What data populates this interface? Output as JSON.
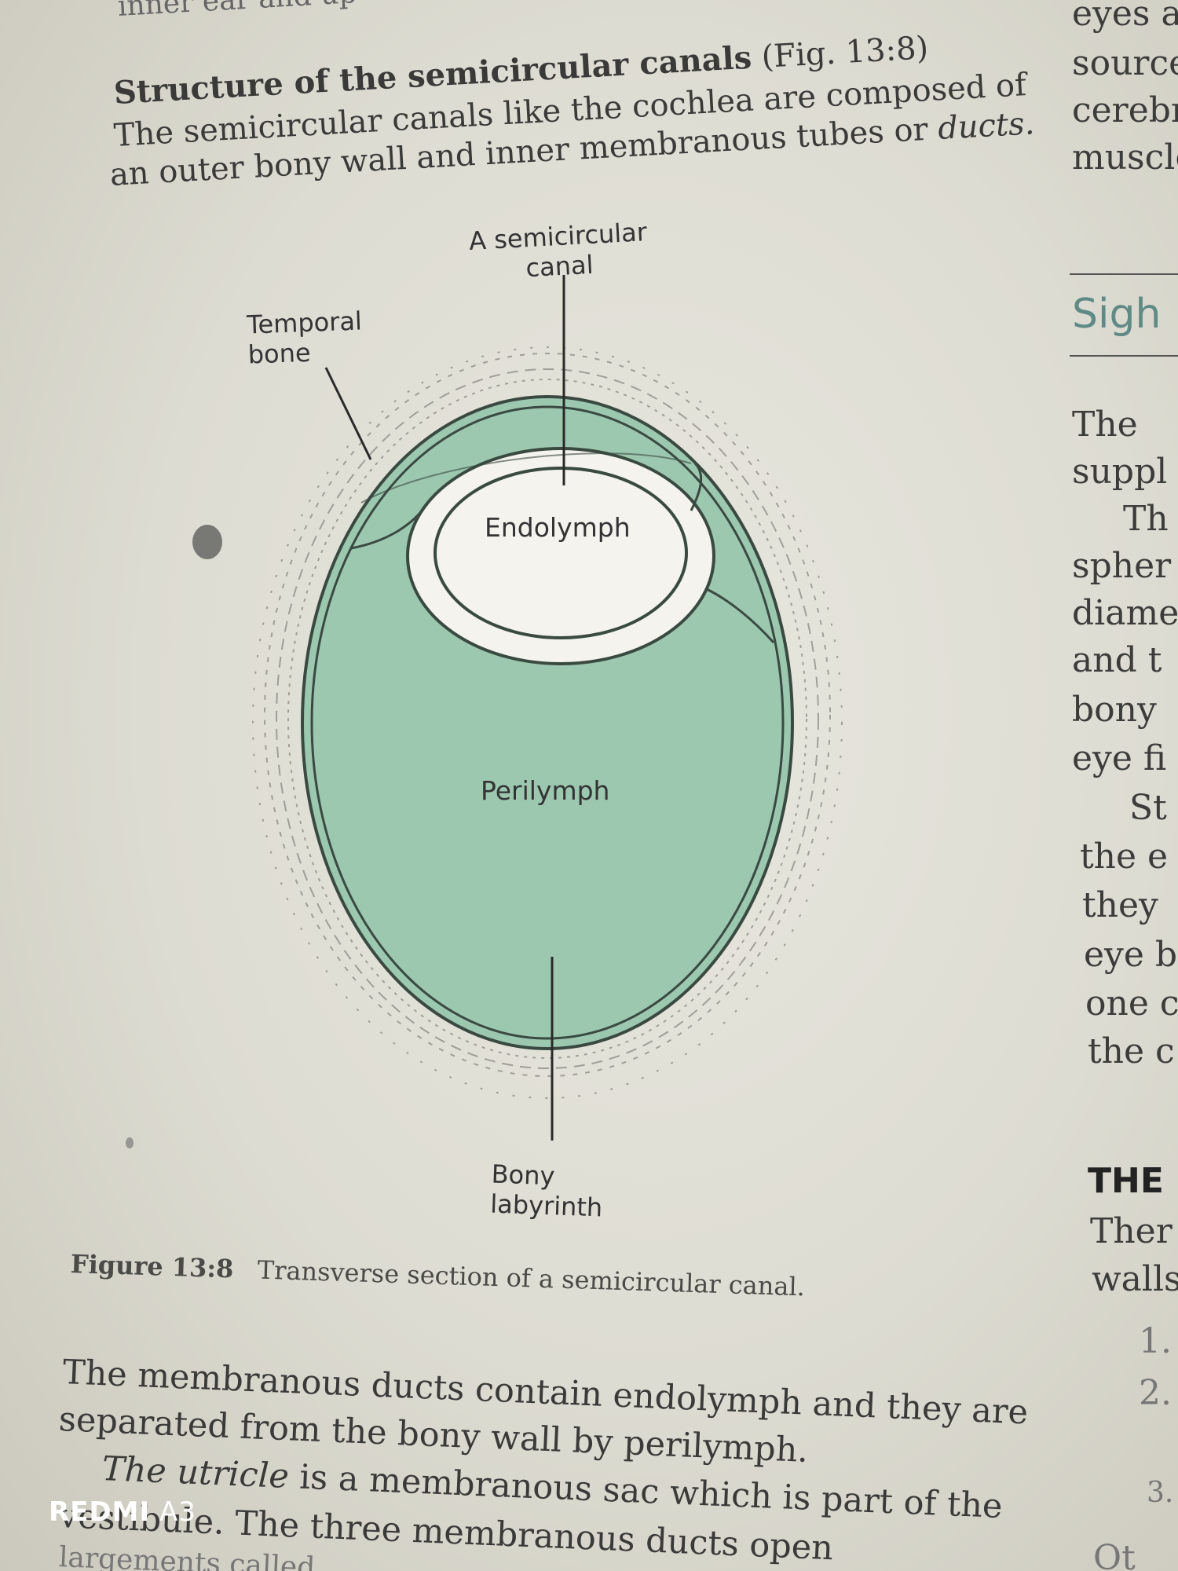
{
  "top_text": {
    "cut_line": "inner ear and up",
    "heading_bold": "Structure of the semicircular canals",
    "heading_ref": " (Fig. 13:8)",
    "line1": "The semicircular canals like the cochlea are composed of",
    "line2_a": "an outer bony wall and inner membranous tubes or ",
    "line2_b": "ducts."
  },
  "right_column": {
    "fragments_top": [
      "eyes an",
      "source",
      "cerebr",
      "muscle"
    ],
    "section_heading": "Sigh",
    "fragments_mid": [
      "The",
      "suppl",
      "Th",
      "spher",
      "diame",
      "and t",
      "bony",
      "eye fi",
      "St",
      "the e",
      "they",
      "eye b",
      "one c",
      "the c"
    ],
    "caps_heading": "THE",
    "fragments_bottom": [
      "Ther",
      "walls",
      "1.",
      "2.",
      "3.",
      "Ot"
    ]
  },
  "figure": {
    "labels": {
      "canal_line1": "A semicircular",
      "canal_line2": "canal",
      "temporal_line1": "Temporal",
      "temporal_line2": "bone",
      "endolymph": "Endolymph",
      "perilymph": "Perilymph",
      "bony_line1": "Bony",
      "bony_line2": "labyrinth"
    },
    "caption_num": "Figure 13:8",
    "caption_text": "Transverse section of a semicircular canal.",
    "colors": {
      "perilymph_fill": "#9cc8b0",
      "outline": "#3a4a40"
    }
  },
  "bottom_text": {
    "line1": "The membranous ducts contain endolymph and they are",
    "line2": "separated from the bony wall by perilymph.",
    "line3_a": "The utricle",
    "line3_b": " is a membranous sac which is part of the",
    "line4": "vestibule. The three membranous ducts open",
    "line5": "largements called"
  },
  "watermark": {
    "brand": "REDMI",
    "model": "A3"
  }
}
